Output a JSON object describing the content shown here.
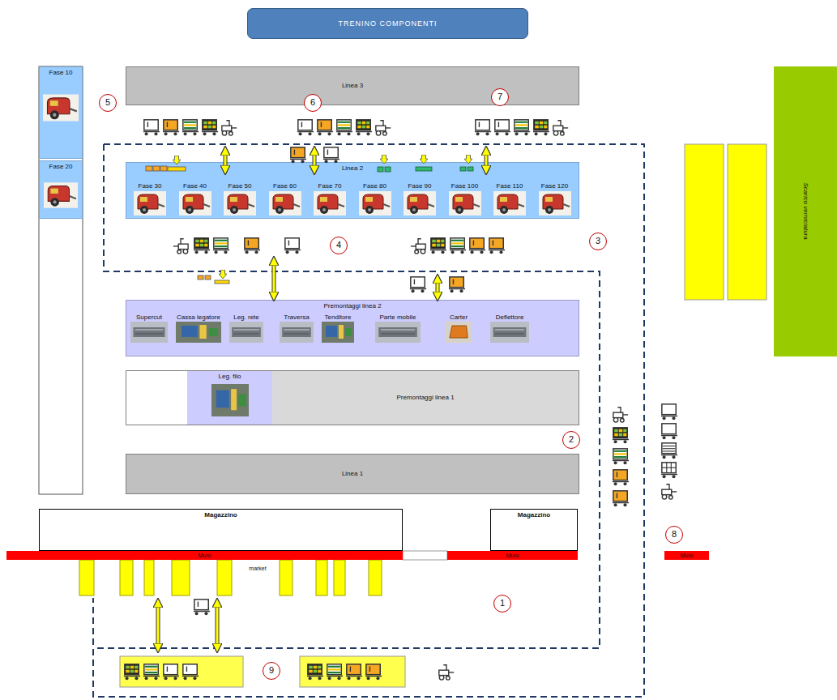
{
  "diagram": {
    "title": "TRENINO COMPONENTI",
    "nodes": [
      {
        "text": [
          "Linea 3"
        ]
      },
      {
        "text": [
          "Fase 10"
        ]
      },
      {
        "text": [
          "Fase 20"
        ]
      },
      {
        "text": [
          "Linea 2"
        ]
      },
      {
        "text": [
          "Fase 30"
        ],
        "in": 3
      },
      {
        "text": [
          "Fase 40"
        ],
        "in": 3
      },
      {
        "text": [
          "Fase 50"
        ],
        "in": 3
      },
      {
        "text": [
          "Fase 60"
        ],
        "in": 3
      },
      {
        "text": [
          "Fase 70"
        ],
        "in": 3
      },
      {
        "text": [
          "Fase 80"
        ],
        "in": 3
      },
      {
        "text": [
          "Fase 90"
        ],
        "in": 3
      },
      {
        "text": [
          "Fase 100"
        ],
        "in": 3
      },
      {
        "text": [
          "Fase 110"
        ],
        "in": 3
      },
      {
        "text": [
          "Fase 120"
        ],
        "in": 3
      },
      {
        "text": [
          "Premontaggi linea 2"
        ]
      },
      {
        "text": [
          "Supercut"
        ],
        "in": 14
      },
      {
        "text": [
          "Cassa legatore"
        ],
        "in": 14
      },
      {
        "text": [
          "Leg. rete"
        ],
        "in": 14
      },
      {
        "text": [
          "Traversa"
        ],
        "in": 14
      },
      {
        "text": [
          "Tenditore"
        ],
        "in": 14
      },
      {
        "text": [
          "Parte mobile"
        ],
        "in": 14
      },
      {
        "text": [
          "Carter"
        ],
        "in": 14
      },
      {
        "text": [
          "Deflettore"
        ],
        "in": 14
      },
      {
        "text": [
          "Premontaggi linea 1"
        ]
      },
      {
        "text": [
          "Leg. filo"
        ],
        "in": 23
      },
      {
        "text": [
          "Linea 1"
        ]
      },
      {
        "text": [
          "Magazzino"
        ]
      },
      {
        "text": [
          "Magazzino"
        ]
      },
      {
        "text": [
          "Muro"
        ]
      },
      {
        "text": [
          "Muro"
        ]
      },
      {
        "text": [
          "Muro"
        ]
      },
      {
        "text": [
          "Scarico verniciatura"
        ]
      }
    ],
    "labels": [
      "5",
      "6",
      "7",
      "4",
      "3",
      "2",
      "8",
      "market",
      "1",
      "9"
    ]
  }
}
